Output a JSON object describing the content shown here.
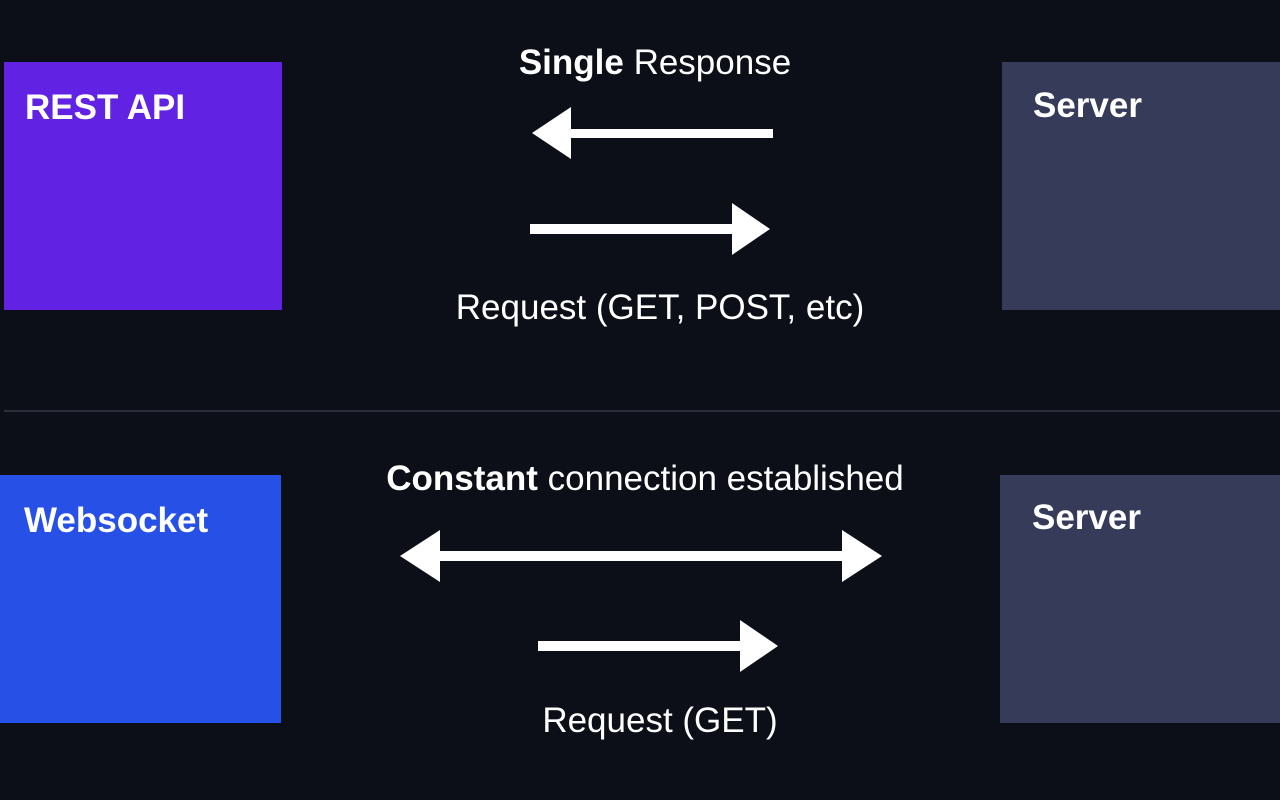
{
  "colors": {
    "background": "#0d0f18",
    "rest_box": "#6222e4",
    "websocket_box": "#2650e6",
    "server_box": "#363b5a",
    "divider": "#2a2e3a",
    "arrow": "#ffffff"
  },
  "rest": {
    "client_label": "REST API",
    "server_label": "Server",
    "response_bold": "Single",
    "response_rest": " Response",
    "request_label": "Request (GET, POST, etc)"
  },
  "websocket": {
    "client_label": "Websocket",
    "server_label": "Server",
    "connection_bold": "Constant",
    "connection_rest": " connection established",
    "request_label": "Request (GET)"
  }
}
